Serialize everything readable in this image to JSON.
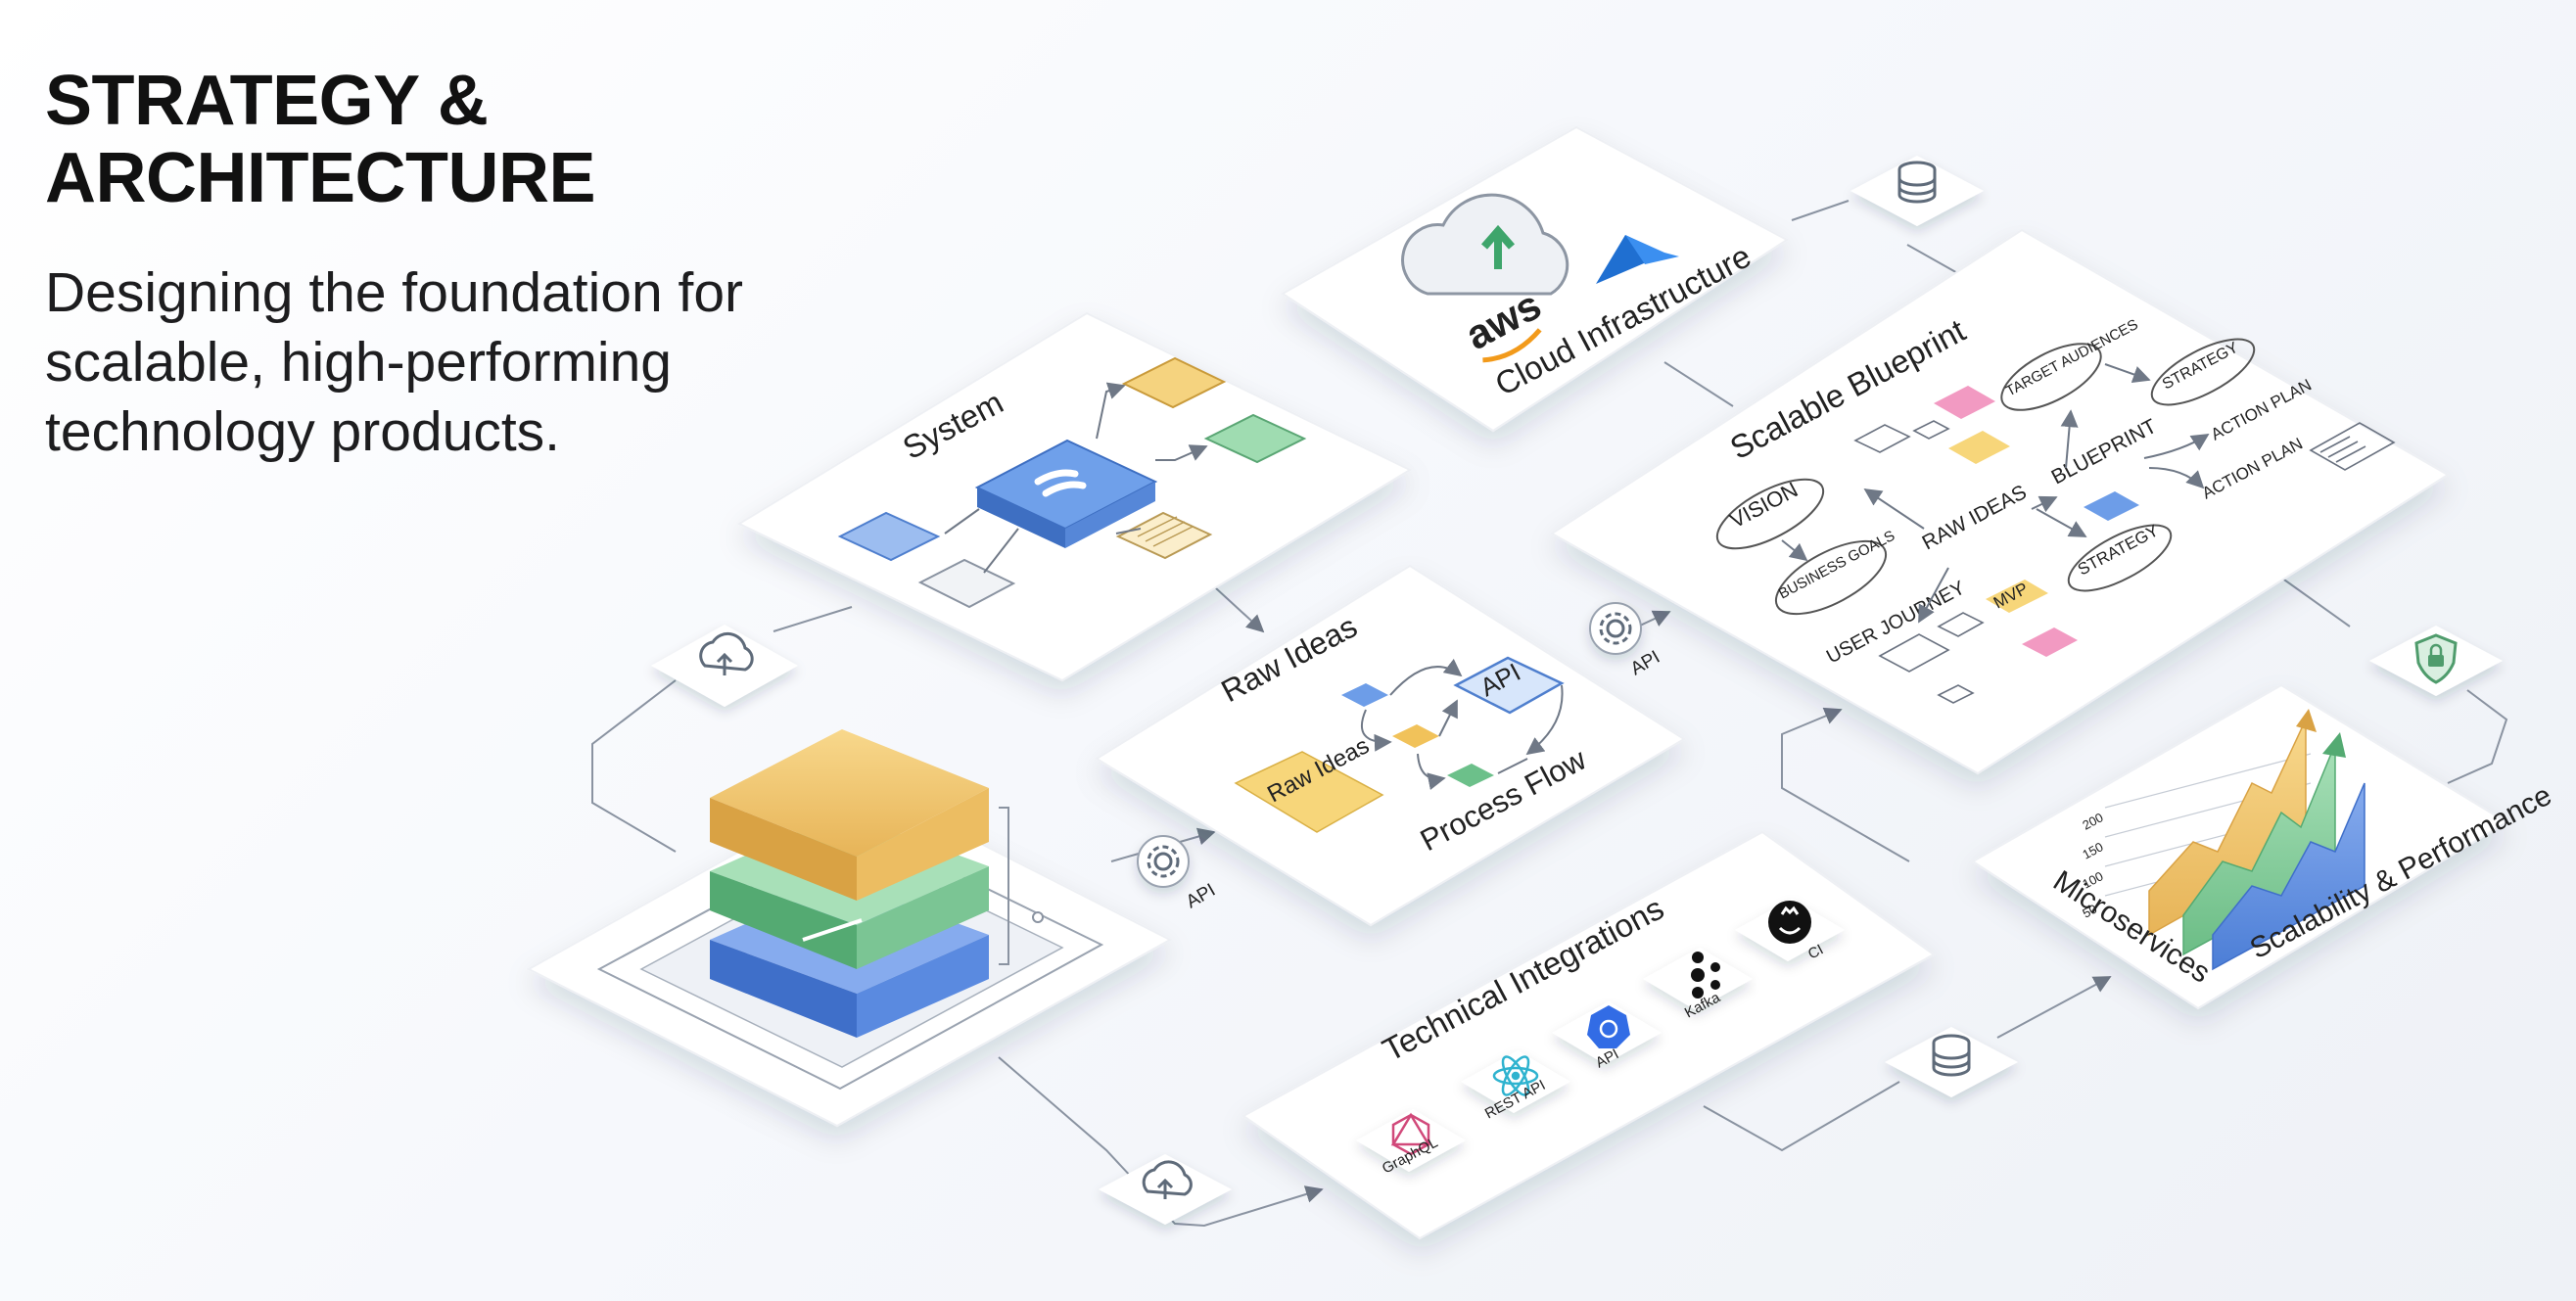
{
  "header": {
    "title": "STRATEGY & ARCHITECTURE",
    "tagline": "Designing the foundation for scalable, high-performing technology products."
  },
  "cards": {
    "system": {
      "title": "System"
    },
    "cloud": {
      "title": "Cloud Infrastructure",
      "aws_label": "aws"
    },
    "raw_ideas": {
      "title": "Raw Ideas",
      "sticky": "Raw Ideas",
      "api_box": "API",
      "footer": "Process Flow"
    },
    "blueprint": {
      "title": "Scalable Blueprint",
      "nodes": {
        "vision": "VISION",
        "business_goals": "BUSINESS GOALS",
        "raw_ideas": "RAW IDEAS",
        "blueprint": "BLUEPRINT",
        "target_audiences": "TARGET AUDIENCES",
        "strategy_top": "STRATEGY",
        "action_plan_top": "ACTION PLAN",
        "action_plan": "ACTION PLAN",
        "strategy": "STRATEGY",
        "user_journey": "USER JOURNEY",
        "mvp": "MVP"
      }
    },
    "integrations": {
      "title": "Technical Integrations",
      "tiles": [
        "GraphQL",
        "REST API",
        "API",
        "Kafka",
        "CI"
      ]
    },
    "scalability": {
      "left_label": "Microservices",
      "right_label": "Scalability & Performance",
      "ticks": [
        "200",
        "150",
        "100",
        "50"
      ]
    }
  },
  "connectors": {
    "api_label_1": "API",
    "api_label_2": "API"
  },
  "icons": [
    "cloud-upload-icon",
    "aws-logo",
    "azure-logo",
    "database-icon",
    "shield-lock-icon",
    "gear-icon",
    "graphql-icon",
    "react-icon",
    "kubernetes-icon",
    "kafka-icon",
    "github-icon"
  ],
  "colors": {
    "yellow": "#f2c46b",
    "green": "#86cf9e",
    "blue": "#5b8de0",
    "pink": "#f29ac2",
    "card": "#ffffff",
    "line": "#7b8594"
  }
}
